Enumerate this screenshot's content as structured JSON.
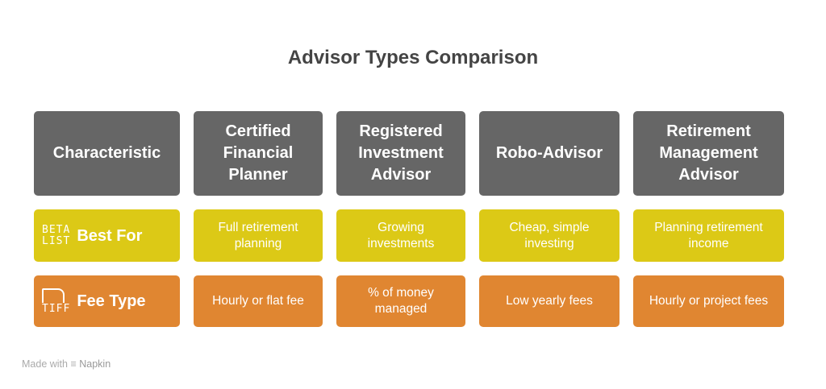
{
  "title": "Advisor Types Comparison",
  "headers": [
    "Characteristic",
    "Certified Financial Planner",
    "Registered Investment Advisor",
    "Robo-Advisor",
    "Retirement Management Advisor"
  ],
  "rows": [
    {
      "label": "Best For",
      "icon_text": [
        "BETA",
        "LIST"
      ],
      "icon": "beta-list-icon",
      "values": [
        "Full retirement planning",
        "Growing investments",
        "Cheap, simple investing",
        "Planning retirement income"
      ]
    },
    {
      "label": "Fee Type",
      "icon_text": [
        "TIFF"
      ],
      "icon": "tiff-file-icon",
      "values": [
        "Hourly or flat fee",
        "% of money managed",
        "Low yearly fees",
        "Hourly or project fees"
      ]
    }
  ],
  "colors": {
    "header": "#666666",
    "row1": "#DCC916",
    "row2": "#E08631"
  },
  "footer": {
    "prefix": "Made with",
    "brand": "Napkin"
  }
}
